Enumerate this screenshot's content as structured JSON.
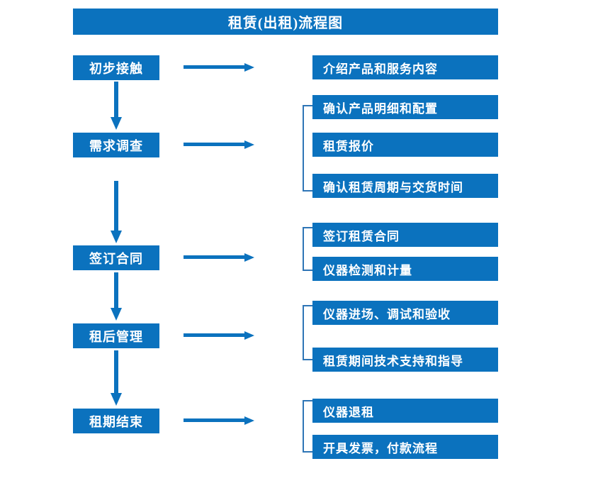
{
  "colors": {
    "box_fill": "#0B72BE",
    "box_text": "#FFFFFF",
    "arrow": "#0B72BE",
    "bracket": "#2E75B6",
    "background": "#FFFFFF"
  },
  "title": {
    "text": "租赁(出租)流程图"
  },
  "stages": [
    {
      "id": "initial-contact",
      "label": "初步接触"
    },
    {
      "id": "needs-survey",
      "label": "需求调查"
    },
    {
      "id": "sign-contract",
      "label": "签订合同"
    },
    {
      "id": "post-rent-manage",
      "label": "租后管理"
    },
    {
      "id": "rent-period-end",
      "label": "租期结束"
    }
  ],
  "groups": [
    {
      "stage": "initial-contact",
      "bracket": false,
      "tasks": [
        {
          "label": "介绍产品和服务内容"
        }
      ]
    },
    {
      "stage": "needs-survey",
      "bracket": true,
      "tasks": [
        {
          "label": "确认产品明细和配置"
        },
        {
          "label": "租赁报价"
        },
        {
          "label": "确认租赁周期与交货时间"
        }
      ]
    },
    {
      "stage": "sign-contract",
      "bracket": true,
      "tasks": [
        {
          "label": "签订租赁合同"
        },
        {
          "label": "仪器检测和计量"
        }
      ]
    },
    {
      "stage": "post-rent-manage",
      "bracket": true,
      "tasks": [
        {
          "label": "仪器进场、调试和验收"
        },
        {
          "label": "租赁期间技术支持和指导"
        }
      ]
    },
    {
      "stage": "rent-period-end",
      "bracket": true,
      "tasks": [
        {
          "label": "仪器退租"
        },
        {
          "label": "开具发票，付款流程"
        }
      ]
    }
  ],
  "connectors": {
    "horizontal_count": 5,
    "vertical_count": 4,
    "horizontal_direction": "right",
    "vertical_direction": "down"
  }
}
